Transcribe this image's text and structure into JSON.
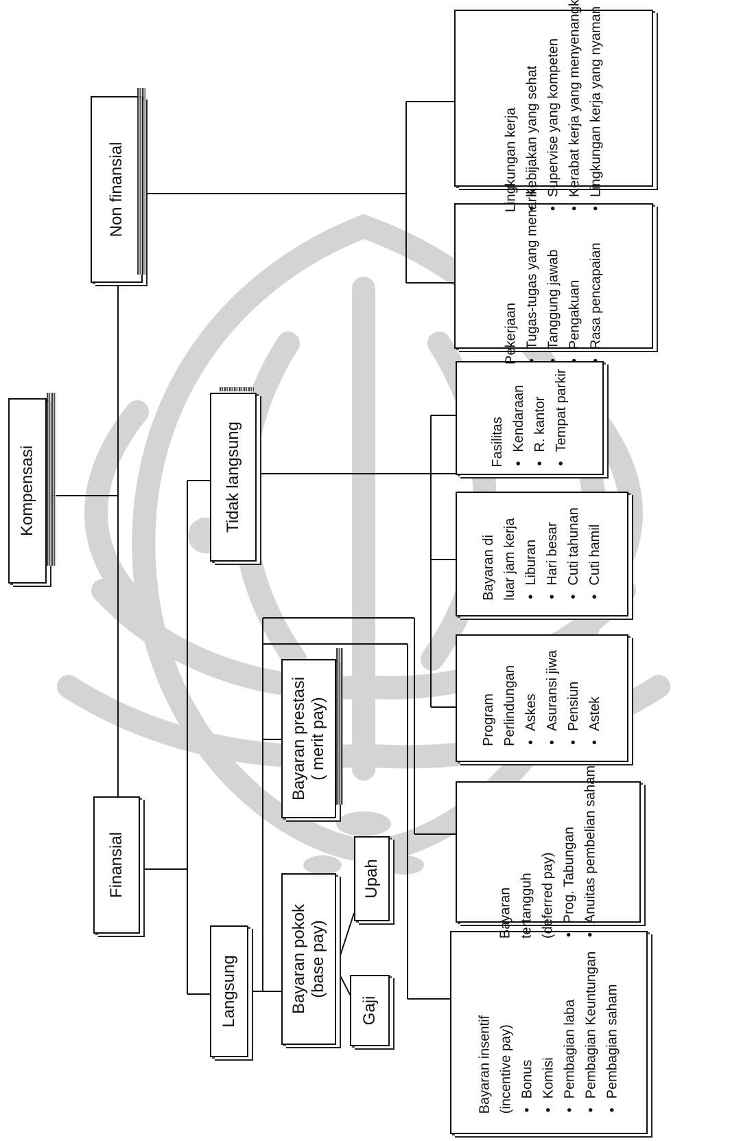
{
  "root": {
    "label": "Kompensasi"
  },
  "finansial": {
    "label": "Finansial"
  },
  "non_finansial": {
    "label": "Non finansial"
  },
  "langsung": {
    "label": "Langsung"
  },
  "tidak_langsung": {
    "label": "Tidak langsung"
  },
  "bayaran_pokok": {
    "line1": "Bayaran pokok",
    "line2": "(base pay)"
  },
  "bayaran_prestasi": {
    "line1": "Bayaran prestasi",
    "line2": "( merit pay)"
  },
  "gaji": {
    "label": "Gaji"
  },
  "upah": {
    "label": "Upah"
  },
  "insentif": {
    "title": [
      "Bayaran insentif",
      "(incentive pay)"
    ],
    "items": [
      "Bonus",
      "Komisi",
      "Pembagian laba",
      "Pembagian Keuntungan",
      "Pembagian saham"
    ]
  },
  "tertangguh": {
    "title": [
      "Bayaran",
      "tertangguh",
      "(deferred pay)"
    ],
    "items": [
      "Prog. Tabungan",
      "Anuitas pembelian saham"
    ]
  },
  "perlindungan": {
    "title": [
      "Program",
      "Perlindungan"
    ],
    "items": [
      "Askes",
      "Asuransi jiwa",
      "Pensiun",
      "Astek"
    ]
  },
  "luar_jam": {
    "title": [
      "Bayaran di",
      "luar jam kerja"
    ],
    "items": [
      "Liburan",
      "Hari besar",
      "Cuti tahunan",
      "Cuti hamil"
    ]
  },
  "fasilitas": {
    "title": [
      "Fasilitas"
    ],
    "items": [
      "Kendaraan",
      "R. kantor",
      "Tempat parkir"
    ]
  },
  "pekerjaan": {
    "title": [
      "Pekerjaan"
    ],
    "items": [
      "Tugas-tugas yang menarik",
      "Tanggung jawab",
      "Pengakuan",
      "Rasa pencapaian"
    ]
  },
  "lingkungan": {
    "title": [
      "Lingkungan kerja"
    ],
    "items": [
      "Kebijakan yang sehat",
      "Supervise yang kompeten",
      "Kerabat kerja yang menyenangkan",
      "Lingkungan kerja yang nyaman"
    ]
  }
}
